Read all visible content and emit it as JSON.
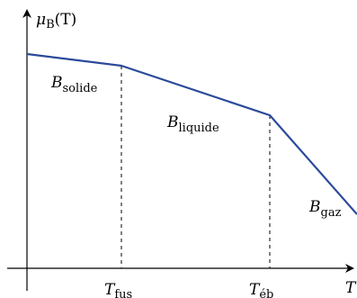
{
  "colors": {
    "curve": "#2b4a9a",
    "axes": "#000000"
  },
  "axis_labels": {
    "y_main": "μ",
    "y_sub": "B",
    "y_paren": "(T)",
    "x": "T"
  },
  "ticks": {
    "fusion": {
      "main": "T",
      "sub": "fus"
    },
    "ebullition": {
      "main": "T",
      "sub": "éb"
    }
  },
  "phase_labels": {
    "solid": {
      "main": "B",
      "sub": "solide"
    },
    "liquid": {
      "main": "B",
      "sub": "liquide"
    },
    "gas": {
      "main": "B",
      "sub": "gaz"
    }
  }
}
